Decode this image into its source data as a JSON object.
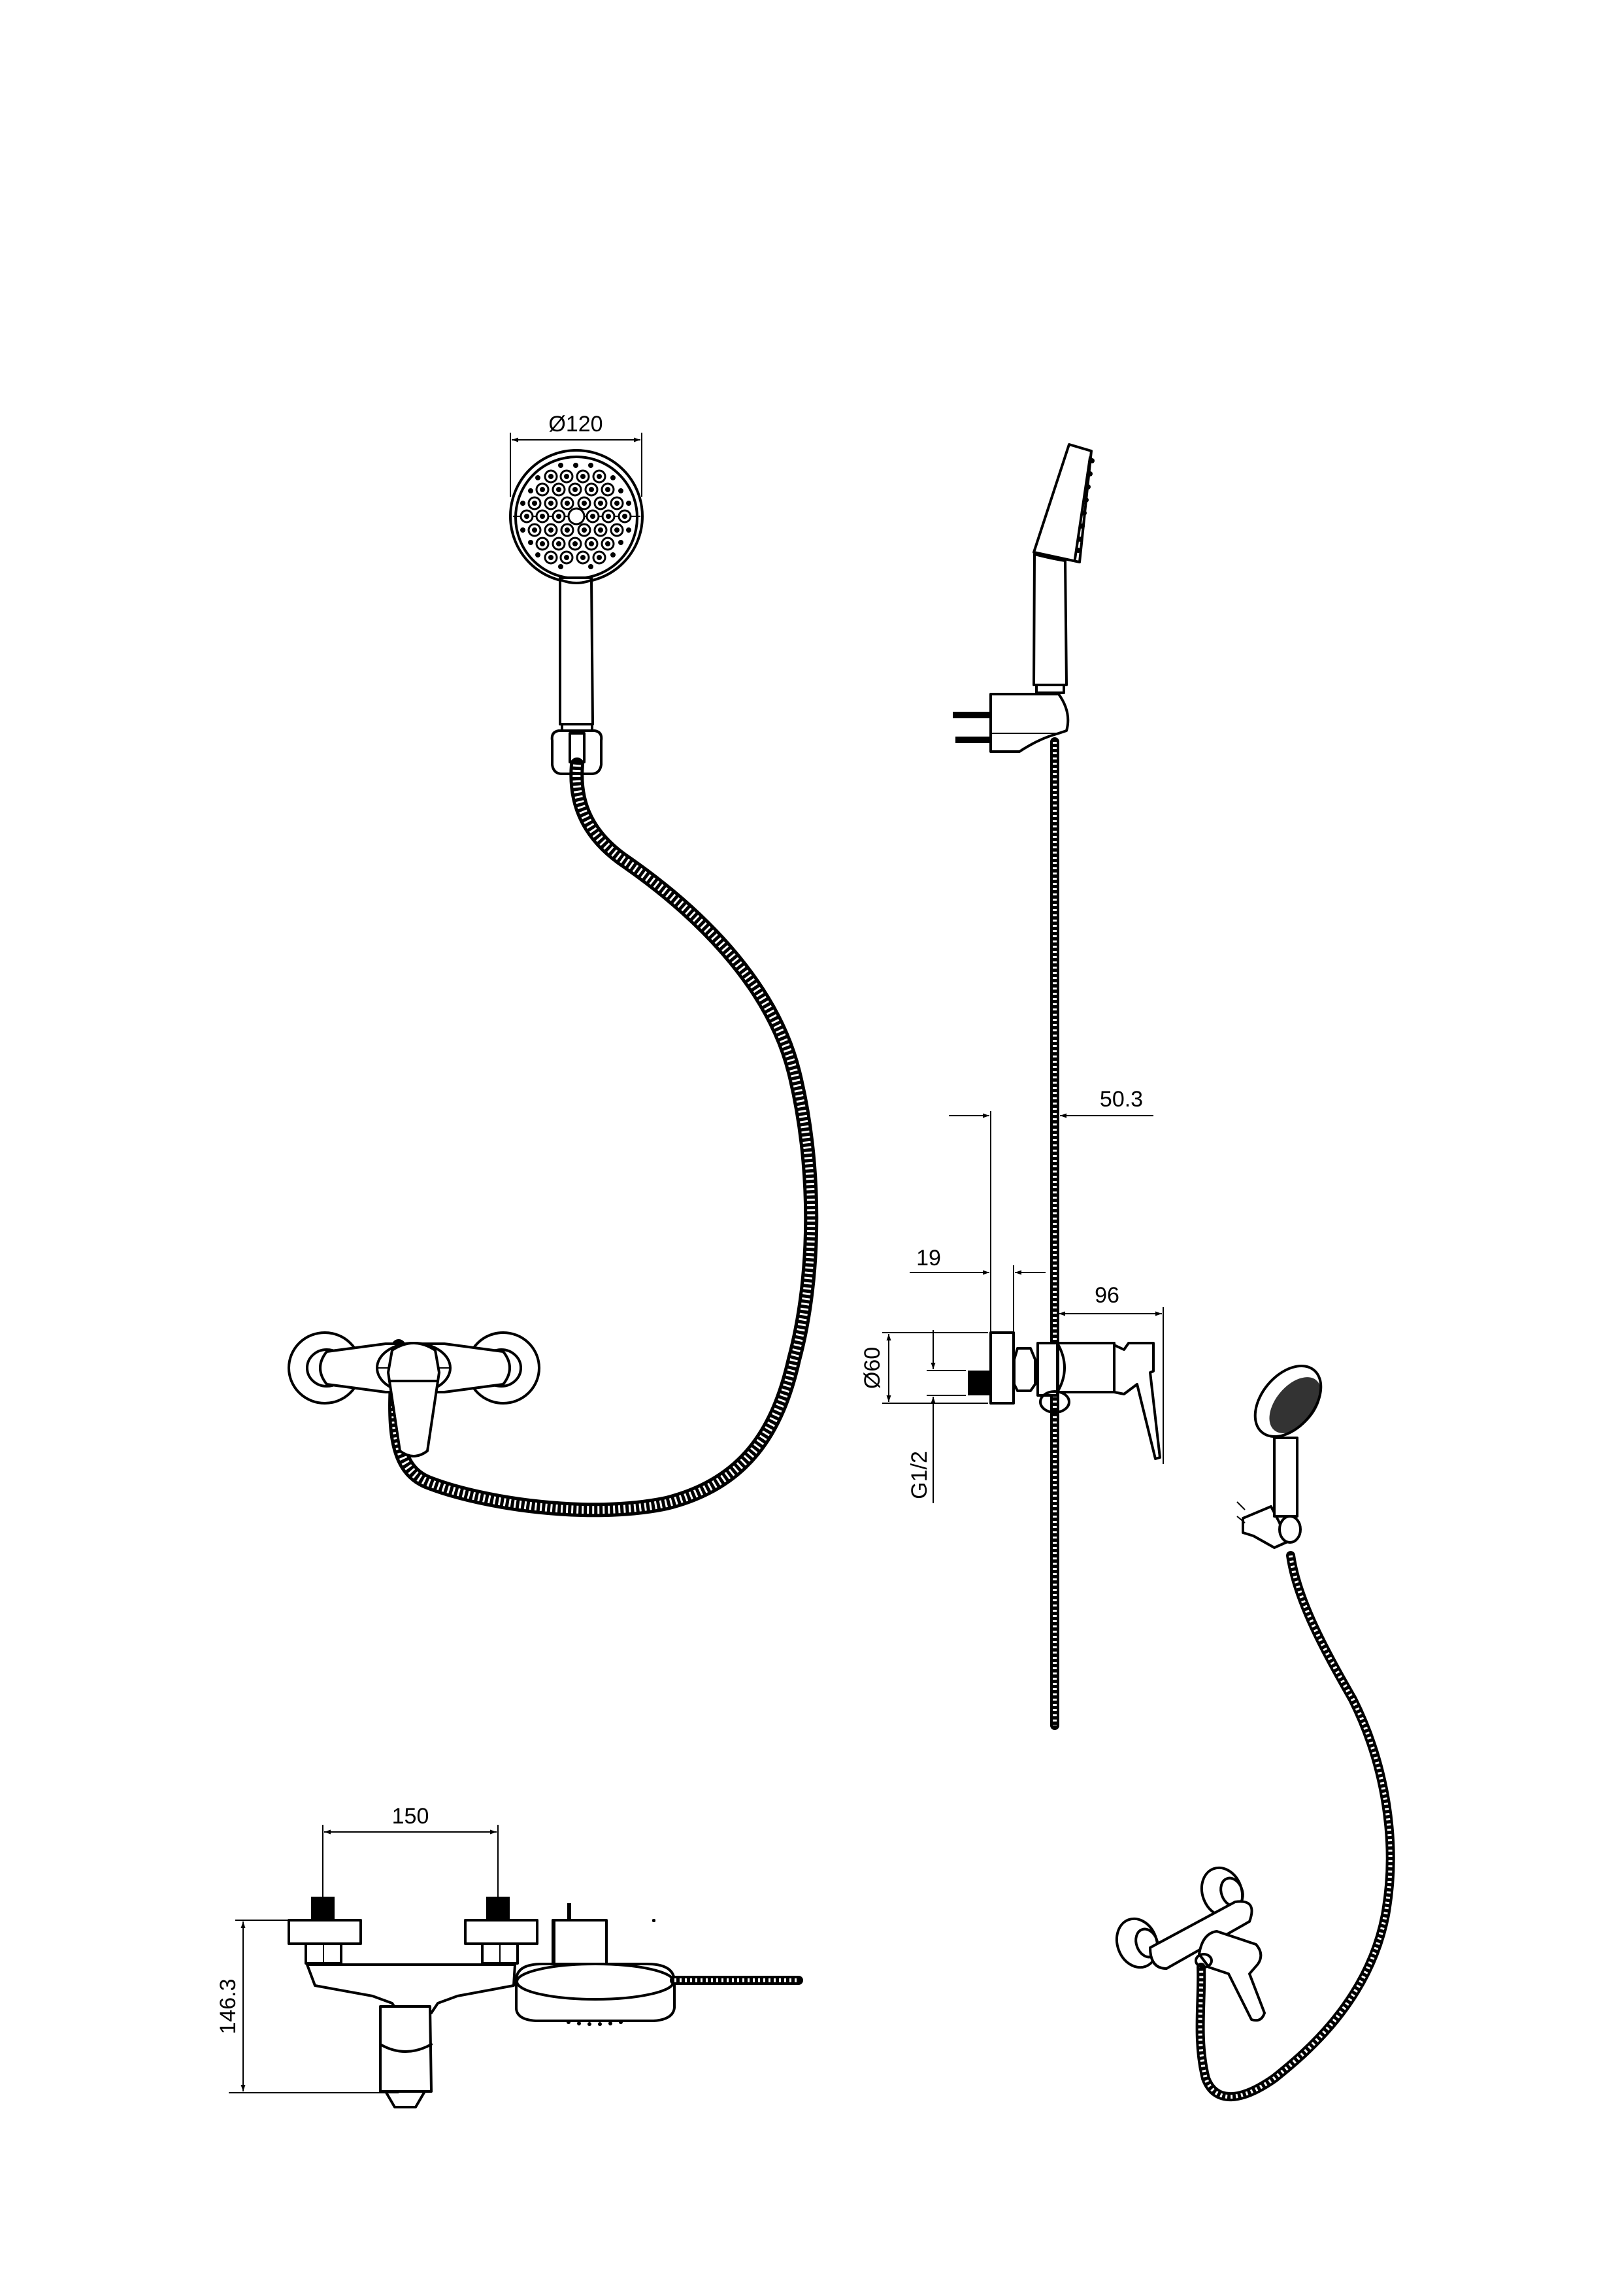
{
  "document": {
    "type": "technical dimension drawing",
    "subject": "wall-mounted shower mixer with hand shower, hose and holder",
    "units": "mm"
  },
  "views": {
    "front_view": {
      "dimensions": {
        "shower_head_diameter": "Ø120"
      }
    },
    "side_view": {
      "dimensions": {
        "hose_offset": "50.3",
        "eccentric_depth": "19",
        "mixer_projection": "96",
        "escutcheon_diameter": "Ø60",
        "thread": "G1/2"
      }
    },
    "top_view": {
      "dimensions": {
        "inlet_centers": "150",
        "overall_depth": "146.3"
      }
    },
    "perspective_view": {}
  },
  "colors": {
    "line": "#000000",
    "background": "#ffffff"
  }
}
